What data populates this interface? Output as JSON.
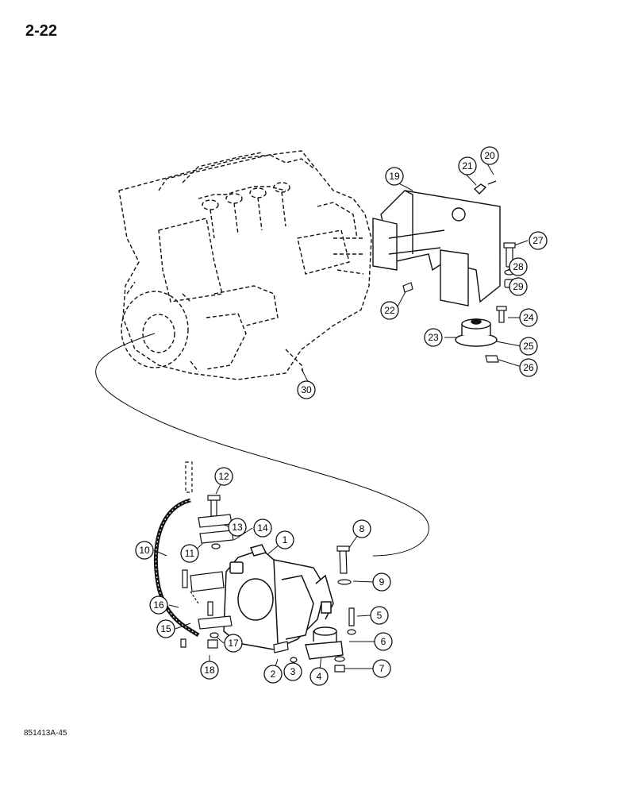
{
  "page": {
    "number": "2-22",
    "doc_code": "851413A-45"
  },
  "callouts": [
    {
      "n": "1"
    },
    {
      "n": "2"
    },
    {
      "n": "3"
    },
    {
      "n": "4"
    },
    {
      "n": "5"
    },
    {
      "n": "6"
    },
    {
      "n": "7"
    },
    {
      "n": "8"
    },
    {
      "n": "9"
    },
    {
      "n": "10"
    },
    {
      "n": "11"
    },
    {
      "n": "12"
    },
    {
      "n": "13"
    },
    {
      "n": "14"
    },
    {
      "n": "15"
    },
    {
      "n": "16"
    },
    {
      "n": "17"
    },
    {
      "n": "18"
    },
    {
      "n": "19"
    },
    {
      "n": "20"
    },
    {
      "n": "21"
    },
    {
      "n": "22"
    },
    {
      "n": "23"
    },
    {
      "n": "24"
    },
    {
      "n": "25"
    },
    {
      "n": "26"
    },
    {
      "n": "27"
    },
    {
      "n": "28"
    },
    {
      "n": "29"
    },
    {
      "n": "30"
    }
  ]
}
